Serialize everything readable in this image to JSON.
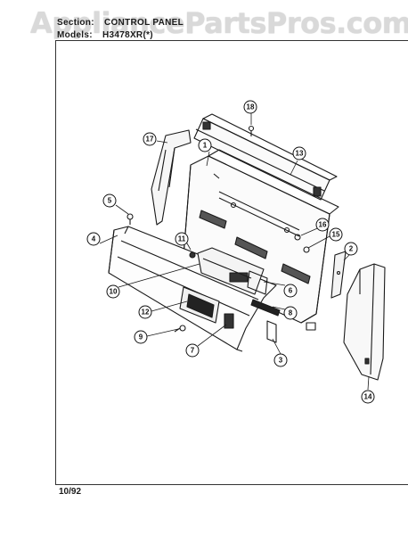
{
  "watermark": "AppliancePartsPros.com",
  "header": {
    "section_label": "Section:",
    "section_value": "CONTROL PANEL",
    "models_label": "Models:",
    "models_value": "H3478XR(*)"
  },
  "footer": {
    "date": "10/92"
  },
  "callouts": [
    {
      "id": "callout-1",
      "label": "1"
    },
    {
      "id": "callout-2",
      "label": "2"
    },
    {
      "id": "callout-3",
      "label": "3"
    },
    {
      "id": "callout-4",
      "label": "4"
    },
    {
      "id": "callout-5",
      "label": "5"
    },
    {
      "id": "callout-6",
      "label": "6"
    },
    {
      "id": "callout-7",
      "label": "7"
    },
    {
      "id": "callout-8",
      "label": "8"
    },
    {
      "id": "callout-9",
      "label": "9"
    },
    {
      "id": "callout-10",
      "label": "10"
    },
    {
      "id": "callout-11",
      "label": "11"
    },
    {
      "id": "callout-12",
      "label": "12"
    },
    {
      "id": "callout-13",
      "label": "13"
    },
    {
      "id": "callout-14",
      "label": "14"
    },
    {
      "id": "callout-15",
      "label": "15"
    },
    {
      "id": "callout-16",
      "label": "16"
    },
    {
      "id": "callout-17",
      "label": "17"
    },
    {
      "id": "callout-18",
      "label": "18"
    }
  ]
}
